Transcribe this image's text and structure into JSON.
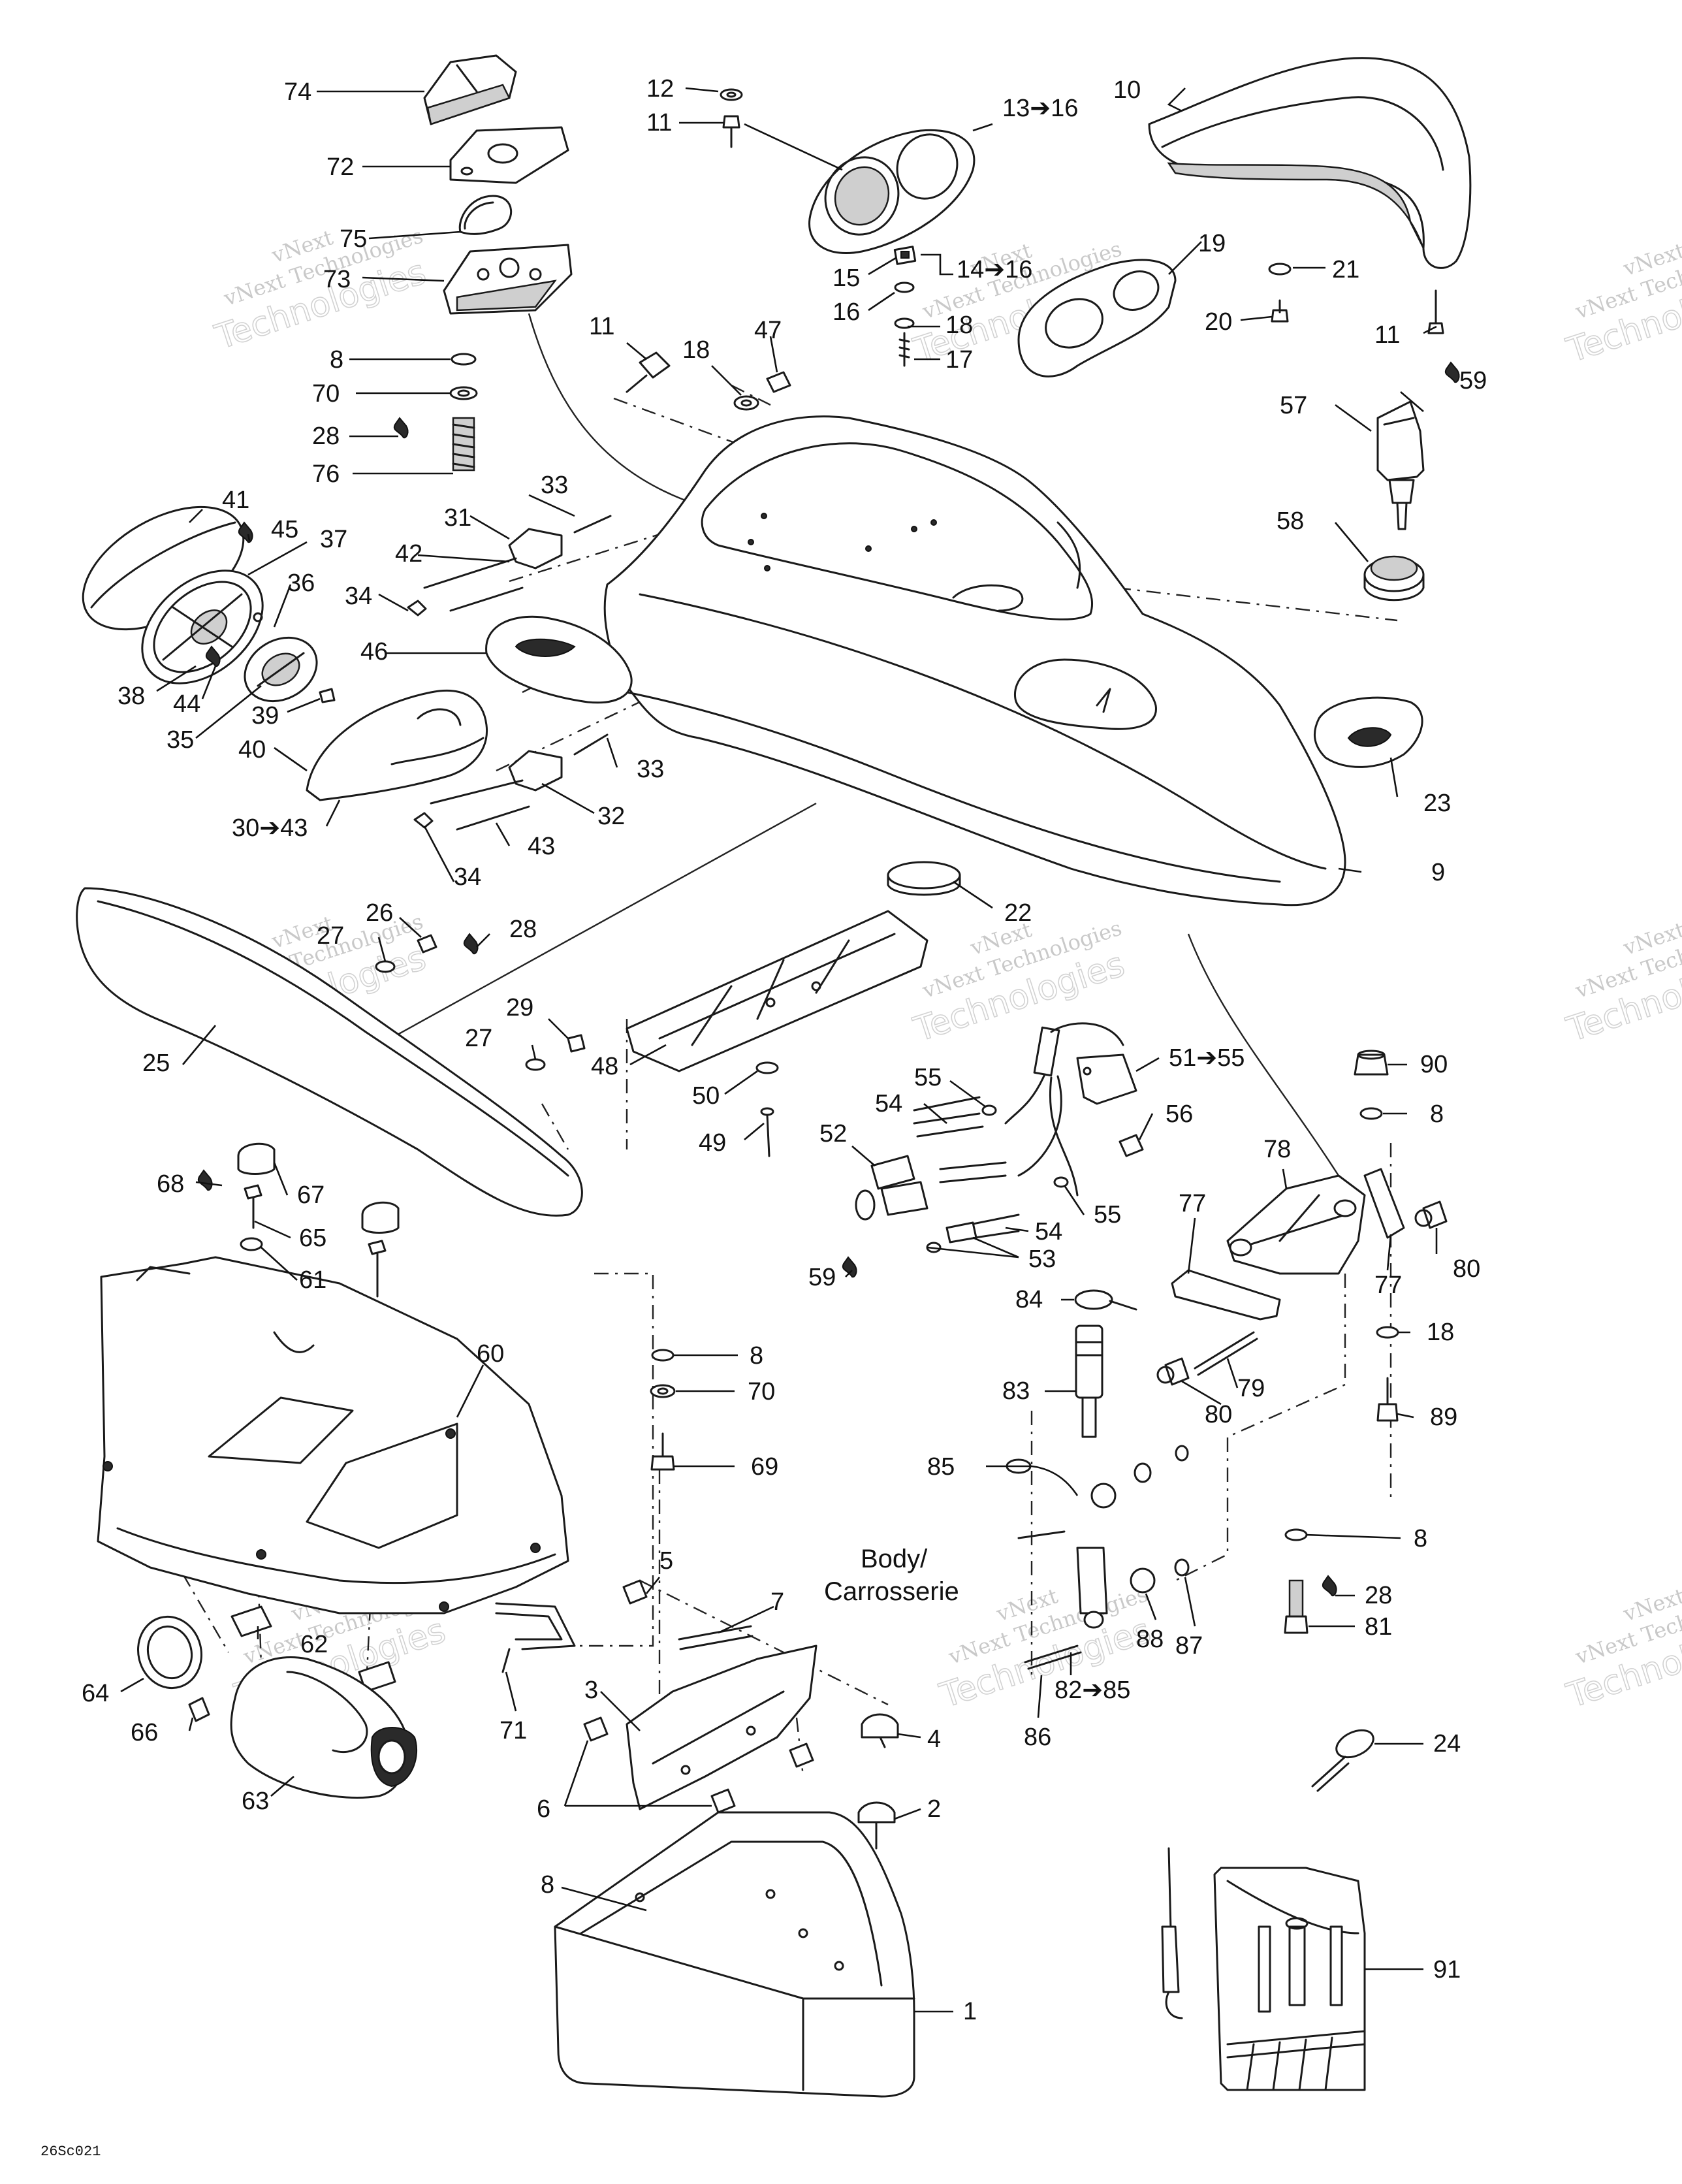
{
  "diagram": {
    "drawing_number": "26Sc021",
    "section_label_line1": "Body/",
    "section_label_line2": "Carrosserie",
    "watermark": {
      "line1": "vNext",
      "line2": "vNext Technologies",
      "line3": "Technologies"
    },
    "callouts": [
      {
        "id": "c74",
        "text": "74"
      },
      {
        "id": "c72",
        "text": "72"
      },
      {
        "id": "c75",
        "text": "75"
      },
      {
        "id": "c73",
        "text": "73"
      },
      {
        "id": "c8a",
        "text": "8"
      },
      {
        "id": "c70a",
        "text": "70"
      },
      {
        "id": "c28a",
        "text": "28"
      },
      {
        "id": "c76",
        "text": "76"
      },
      {
        "id": "c12",
        "text": "12"
      },
      {
        "id": "c11a",
        "text": "11"
      },
      {
        "id": "c13",
        "text": "13➔16"
      },
      {
        "id": "c10",
        "text": "10"
      },
      {
        "id": "c15",
        "text": "15"
      },
      {
        "id": "c14",
        "text": "14➔16"
      },
      {
        "id": "c16",
        "text": "16"
      },
      {
        "id": "c18a",
        "text": "18"
      },
      {
        "id": "c17",
        "text": "17"
      },
      {
        "id": "c19",
        "text": "19"
      },
      {
        "id": "c21",
        "text": "21"
      },
      {
        "id": "c20",
        "text": "20"
      },
      {
        "id": "c11b",
        "text": "11"
      },
      {
        "id": "c11c",
        "text": "11"
      },
      {
        "id": "c18b",
        "text": "18"
      },
      {
        "id": "c47",
        "text": "47"
      },
      {
        "id": "c59a",
        "text": "59"
      },
      {
        "id": "c57",
        "text": "57"
      },
      {
        "id": "c58",
        "text": "58"
      },
      {
        "id": "c41",
        "text": "41"
      },
      {
        "id": "c45",
        "text": "45"
      },
      {
        "id": "c37",
        "text": "37"
      },
      {
        "id": "c36",
        "text": "36"
      },
      {
        "id": "c31",
        "text": "31"
      },
      {
        "id": "c33a",
        "text": "33"
      },
      {
        "id": "c42",
        "text": "42"
      },
      {
        "id": "c34a",
        "text": "34"
      },
      {
        "id": "c46",
        "text": "46"
      },
      {
        "id": "c38",
        "text": "38"
      },
      {
        "id": "c44",
        "text": "44"
      },
      {
        "id": "c35",
        "text": "35"
      },
      {
        "id": "c39",
        "text": "39"
      },
      {
        "id": "c40",
        "text": "40"
      },
      {
        "id": "c33b",
        "text": "33"
      },
      {
        "id": "c32",
        "text": "32"
      },
      {
        "id": "c3043",
        "text": "30➔43"
      },
      {
        "id": "c43",
        "text": "43"
      },
      {
        "id": "c34b",
        "text": "34"
      },
      {
        "id": "c23",
        "text": "23"
      },
      {
        "id": "c9",
        "text": "9"
      },
      {
        "id": "c22",
        "text": "22"
      },
      {
        "id": "c26",
        "text": "26"
      },
      {
        "id": "c27a",
        "text": "27"
      },
      {
        "id": "c28b",
        "text": "28"
      },
      {
        "id": "c25",
        "text": "25"
      },
      {
        "id": "c29",
        "text": "29"
      },
      {
        "id": "c27b",
        "text": "27"
      },
      {
        "id": "c48",
        "text": "48"
      },
      {
        "id": "c50",
        "text": "50"
      },
      {
        "id": "c49",
        "text": "49"
      },
      {
        "id": "c5155",
        "text": "51➔55"
      },
      {
        "id": "c55a",
        "text": "55"
      },
      {
        "id": "c54a",
        "text": "54"
      },
      {
        "id": "c56",
        "text": "56"
      },
      {
        "id": "c52",
        "text": "52"
      },
      {
        "id": "c55b",
        "text": "55"
      },
      {
        "id": "c54b",
        "text": "54"
      },
      {
        "id": "c53",
        "text": "53"
      },
      {
        "id": "c59b",
        "text": "59"
      },
      {
        "id": "c90",
        "text": "90"
      },
      {
        "id": "c8b",
        "text": "8"
      },
      {
        "id": "c78",
        "text": "78"
      },
      {
        "id": "c77a",
        "text": "77"
      },
      {
        "id": "c77b",
        "text": "77"
      },
      {
        "id": "c80a",
        "text": "80"
      },
      {
        "id": "c18c",
        "text": "18"
      },
      {
        "id": "c84",
        "text": "84"
      },
      {
        "id": "c79",
        "text": "79"
      },
      {
        "id": "c80b",
        "text": "80"
      },
      {
        "id": "c89",
        "text": "89"
      },
      {
        "id": "c83",
        "text": "83"
      },
      {
        "id": "c68",
        "text": "68"
      },
      {
        "id": "c67",
        "text": "67"
      },
      {
        "id": "c65",
        "text": "65"
      },
      {
        "id": "c61",
        "text": "61"
      },
      {
        "id": "c60",
        "text": "60"
      },
      {
        "id": "c8c",
        "text": "8"
      },
      {
        "id": "c70b",
        "text": "70"
      },
      {
        "id": "c69",
        "text": "69"
      },
      {
        "id": "c85a",
        "text": "85"
      },
      {
        "id": "c8d",
        "text": "8"
      },
      {
        "id": "c28c",
        "text": "28"
      },
      {
        "id": "c81",
        "text": "81"
      },
      {
        "id": "c88",
        "text": "88"
      },
      {
        "id": "c87",
        "text": "87"
      },
      {
        "id": "c8285",
        "text": "82➔85"
      },
      {
        "id": "c86",
        "text": "86"
      },
      {
        "id": "c5",
        "text": "5"
      },
      {
        "id": "c7",
        "text": "7"
      },
      {
        "id": "c62",
        "text": "62"
      },
      {
        "id": "c64",
        "text": "64"
      },
      {
        "id": "c66",
        "text": "66"
      },
      {
        "id": "c71",
        "text": "71"
      },
      {
        "id": "c63",
        "text": "63"
      },
      {
        "id": "c3",
        "text": "3"
      },
      {
        "id": "c4",
        "text": "4"
      },
      {
        "id": "c6",
        "text": "6"
      },
      {
        "id": "c2",
        "text": "2"
      },
      {
        "id": "c8e",
        "text": "8"
      },
      {
        "id": "c1",
        "text": "1"
      },
      {
        "id": "c24",
        "text": "24"
      },
      {
        "id": "c91",
        "text": "91"
      }
    ]
  }
}
